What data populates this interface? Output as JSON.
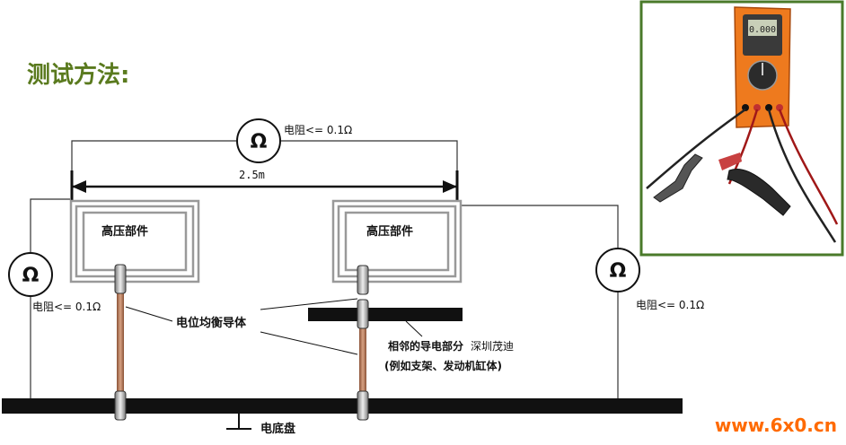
{
  "title": "测试方法:",
  "labels": {
    "top_resistance": "电阻<= 0.1Ω",
    "left_resistance": "电阻<= 0.1Ω",
    "right_resistance": "电阻<= 0.1Ω",
    "distance": "2.5m",
    "component_left": "高压部件",
    "component_right": "高压部件",
    "bonding_conductor": "电位均衡导体",
    "adjacent_part_line1": "相邻的导电部分",
    "adjacent_part_line2": "(例如支架、发动机缸体)",
    "chassis": "电底盘",
    "watermark_small": "深圳茂迪",
    "site": "www.6x0.cn"
  },
  "symbols": {
    "ohm": "Ω"
  },
  "meter": {
    "display": "0.000"
  },
  "colors": {
    "title": "#5a7a1e",
    "site": "#ff6a00",
    "meter_body": "#ee7a1e",
    "photo_border": "#4a7a2a",
    "conductor": "#b07a5a"
  },
  "icons": [
    "ohmmeter-icon",
    "ground-icon",
    "multimeter-photo",
    "current-clamp-probe"
  ]
}
